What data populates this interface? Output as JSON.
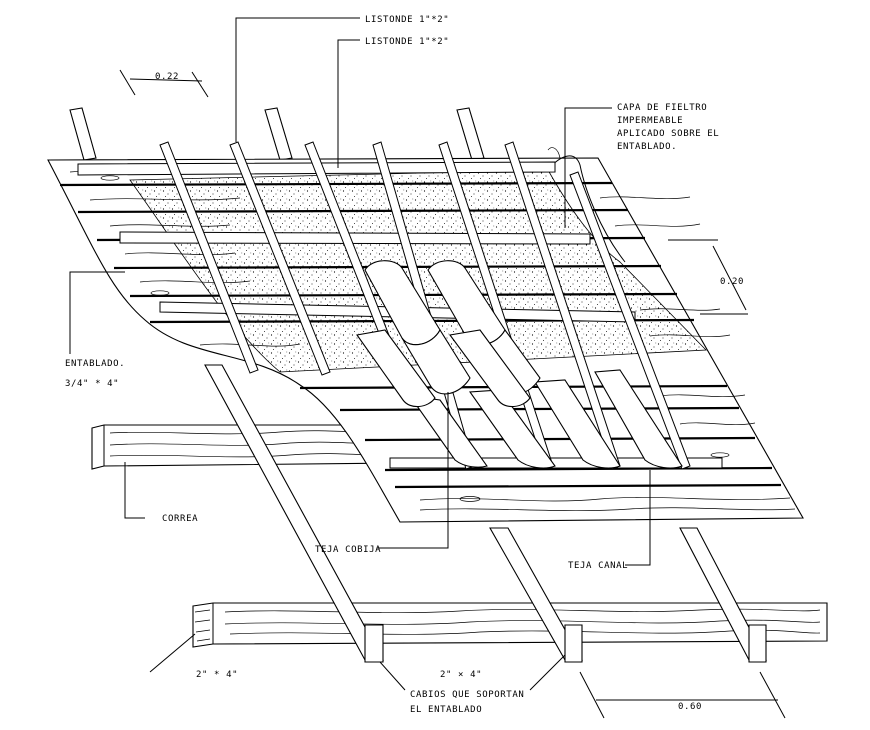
{
  "labels": {
    "listonde_1": "LISTONDE 1\"*2\"",
    "listonde_2": "LISTONDE 1\"*2\"",
    "dim_022": "0.22",
    "capa_1": "CAPA DE FIELTRO",
    "capa_2": "IMPERMEABLE",
    "capa_3": "APLICADO SOBRE EL",
    "capa_4": "ENTABLADO.",
    "dim_020": "0.20",
    "entablado_1": "ENTABLADO.",
    "entablado_2": "3/4\" * 4\"",
    "correa": "CORREA",
    "teja_cobija": "TEJA COBIJA",
    "teja_canal": "TEJA CANAL",
    "size_left": "2\" * 4\"",
    "size_center": "2\" × 4\"",
    "cabios_1": "CABIOS QUE SOPORTAN",
    "cabios_2": "EL ENTABLADO",
    "dim_060": "0.60"
  }
}
